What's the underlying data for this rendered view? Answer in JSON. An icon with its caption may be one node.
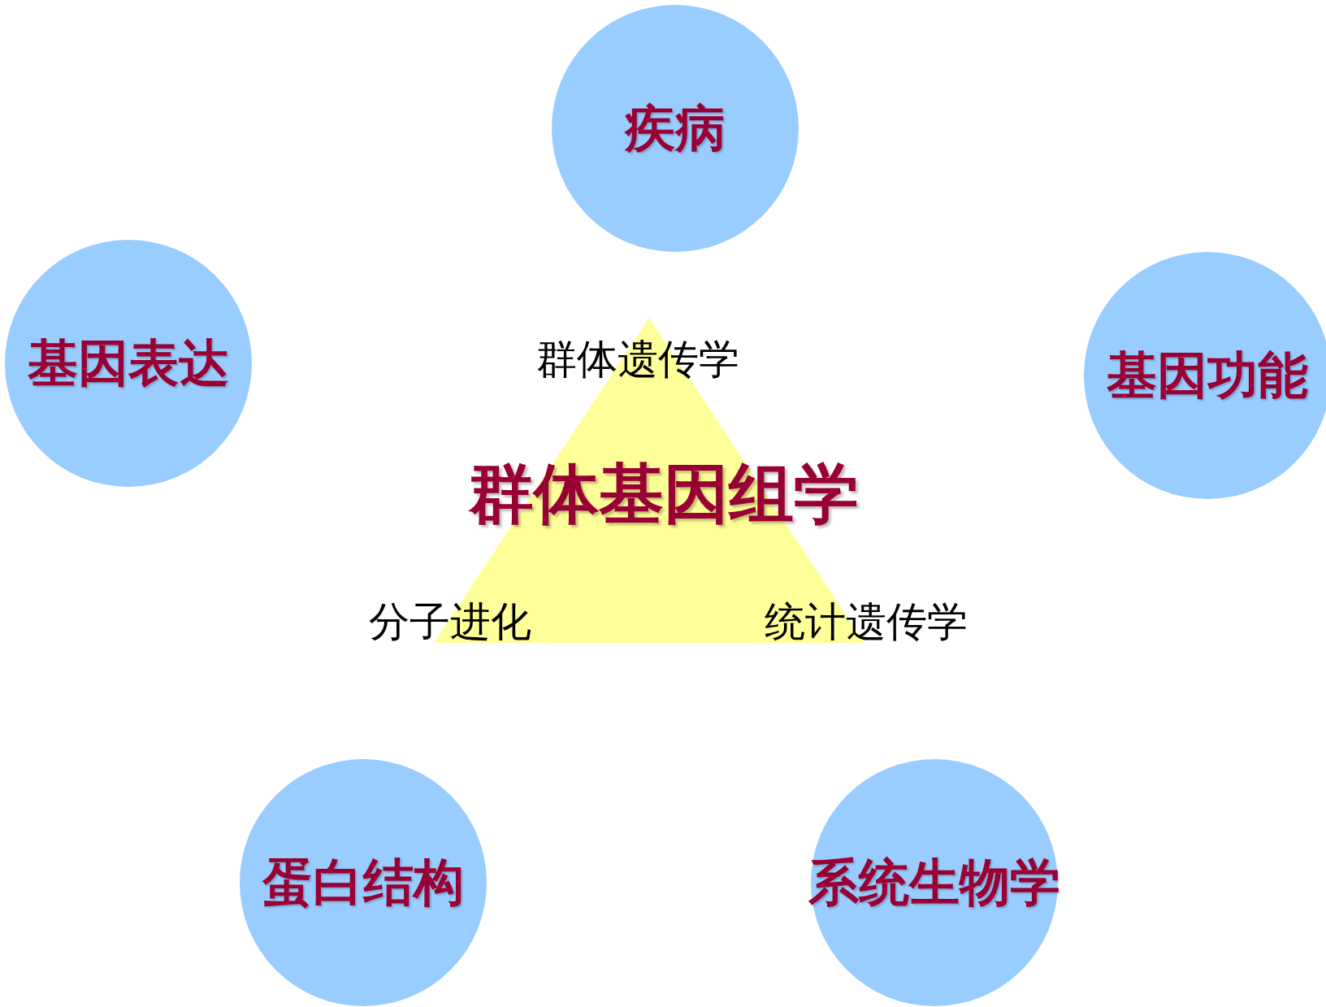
{
  "diagram": {
    "nodes": [
      {
        "text": [
          "疾病"
        ]
      },
      {
        "text": [
          "基因表达"
        ]
      },
      {
        "text": [
          "基因功能"
        ]
      },
      {
        "text": [
          "群体基因组学"
        ]
      },
      {
        "text": [
          "蛋白结构"
        ]
      },
      {
        "text": [
          "系统生物学"
        ]
      }
    ],
    "labels": [
      "群体遗传学",
      "分子进化",
      "统计遗传学"
    ]
  }
}
